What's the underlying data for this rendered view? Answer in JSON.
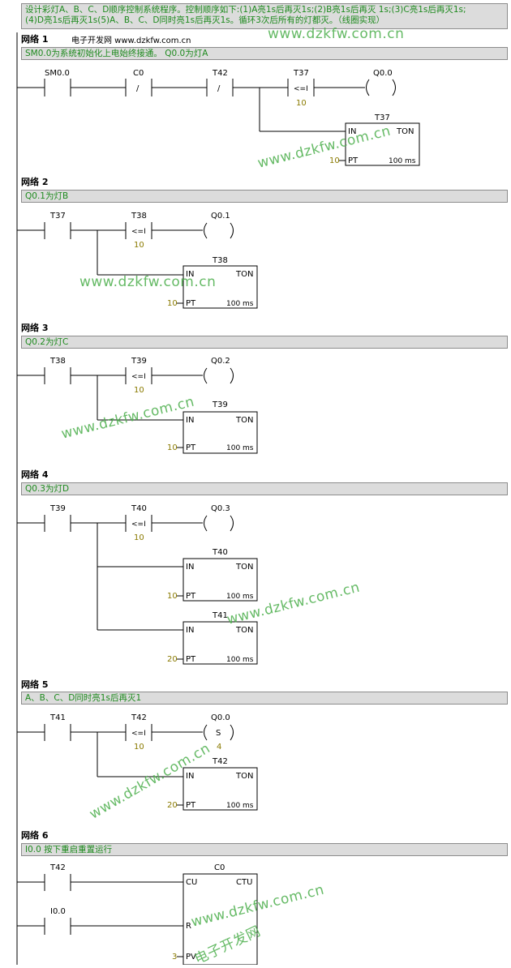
{
  "header_comment": [
    "设计彩灯A、B、C、D顺序控制系统程序。控制顺序如下:(1)A亮1s后再灭1s;(2)B亮1s后再灭 1s;(3)C亮1s后再灭1s;",
    "(4)D亮1s后再灭1s(5)A、B、C、D同时亮1s后再灭1s。循环3次后所有的灯都灭。（线圈实现）"
  ],
  "networks": [
    {
      "label": "网络 1",
      "comment": "SM0.0为系统初始化上电始终接通。  Q0.0为灯A",
      "extra": "电子开发网  www.dzkfw.com.cn"
    },
    {
      "label": "网络 2",
      "comment": "Q0.1为灯B"
    },
    {
      "label": "网络 3",
      "comment": "Q0.2为灯C"
    },
    {
      "label": "网络 4",
      "comment": "Q0.3为灯D"
    },
    {
      "label": "网络 5",
      "comment": "A、B、C、D同时亮1s后再灭1"
    },
    {
      "label": "网络 6",
      "comment": "I0.0 按下重启重置运行"
    }
  ],
  "rungs": {
    "n1": {
      "c1": "SM0.0",
      "c2": "C0",
      "c3": "T42",
      "cmp": "T37",
      "cmp_op": "<=I",
      "cmp_val": "10",
      "coil": "Q0.0",
      "timer": "T37",
      "timer_type": "TON",
      "timer_pt": "10",
      "timer_base": "100 ms"
    },
    "n2": {
      "c1": "T37",
      "cmp": "T38",
      "cmp_op": "<=I",
      "cmp_val": "10",
      "coil": "Q0.1",
      "timer": "T38",
      "timer_type": "TON",
      "timer_pt": "10",
      "timer_base": "100 ms"
    },
    "n3": {
      "c1": "T38",
      "cmp": "T39",
      "cmp_op": "<=I",
      "cmp_val": "10",
      "coil": "Q0.2",
      "timer": "T39",
      "timer_type": "TON",
      "timer_pt": "10",
      "timer_base": "100 ms"
    },
    "n4": {
      "c1": "T39",
      "cmp": "T40",
      "cmp_op": "<=I",
      "cmp_val": "10",
      "coil": "Q0.3",
      "timer": "T40",
      "timer_type": "TON",
      "timer_pt": "10",
      "timer_base": "100 ms",
      "timer2": "T41",
      "timer2_pt": "20"
    },
    "n5": {
      "c1": "T41",
      "cmp": "T42",
      "cmp_op": "<=I",
      "cmp_val": "10",
      "coil": "Q0.0",
      "coil_type": "S",
      "coil_n": "4",
      "timer": "T42",
      "timer_type": "TON",
      "timer_pt": "20",
      "timer_base": "100 ms"
    },
    "n6": {
      "c1": "T42",
      "c2": "I0.0",
      "counter": "C0",
      "counter_type": "CTU",
      "cu": "CU",
      "r": "R",
      "pv": "PV",
      "pv_val": "3"
    }
  },
  "pin_labels": {
    "in": "IN",
    "pt": "PT",
    "not": "/"
  },
  "watermark": "www.dzkfw.com.cn",
  "watermark_cn": "电子开发网"
}
